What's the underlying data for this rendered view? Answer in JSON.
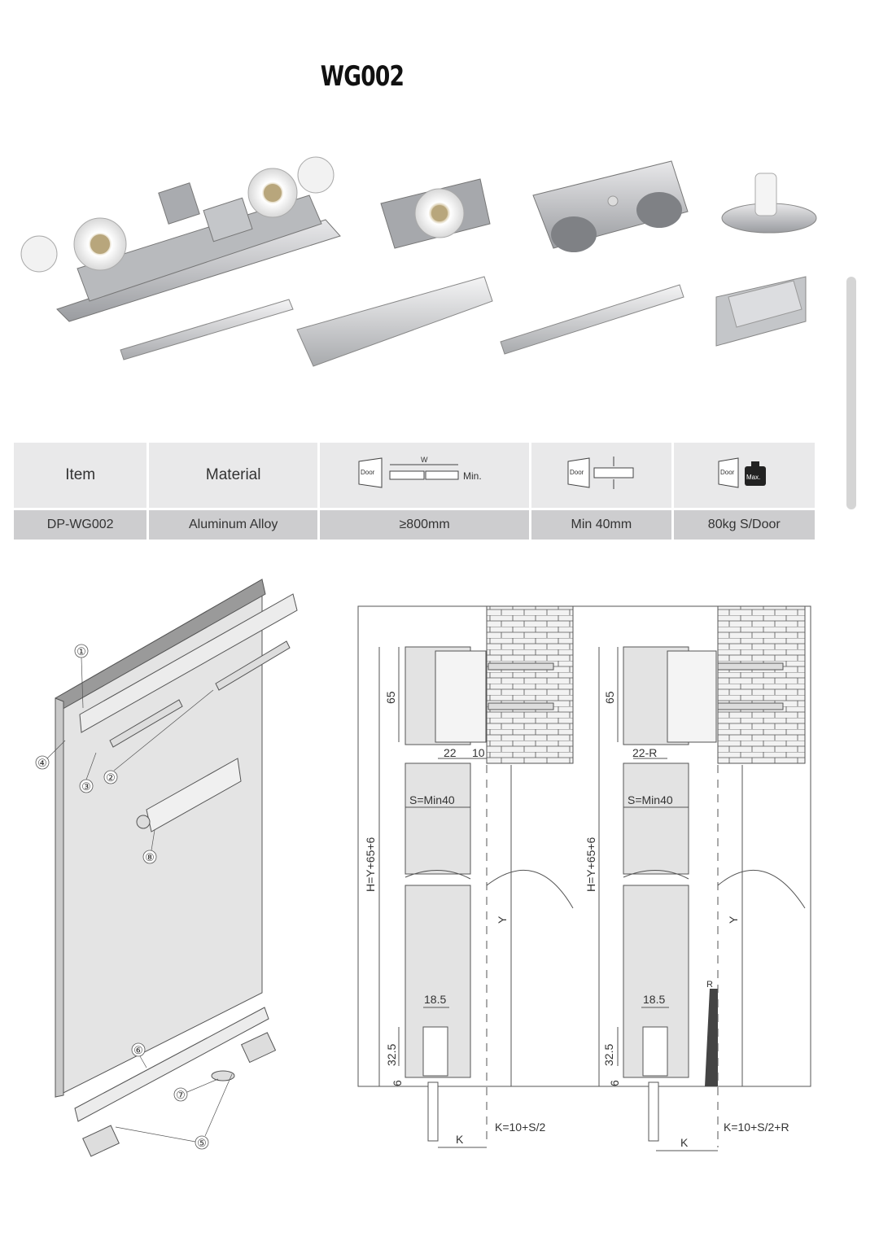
{
  "header": {
    "model": "WG002"
  },
  "table": {
    "headers": {
      "item": "Item",
      "material": "Material"
    },
    "icon_labels": {
      "door": "Door",
      "width_mark": "W",
      "min": "Min.",
      "max": "Max."
    },
    "row": {
      "item": "DP-WG002",
      "material": "Aluminum Alloy",
      "width": "≥800mm",
      "thickness": "Min 40mm",
      "weight": "80kg S/Door"
    }
  },
  "exploded_view": {
    "callouts": [
      "①",
      "②",
      "③",
      "④",
      "⑤",
      "⑥",
      "⑦",
      "⑧"
    ]
  },
  "section_left": {
    "dim_65": "65",
    "dim_22": "22",
    "dim_10": "10",
    "dim_s": "S=Min40",
    "dim_h": "H=Y+65+6",
    "dim_y": "Y",
    "dim_185": "18.5",
    "dim_325": "32.5",
    "dim_6": "6",
    "dim_k": "K",
    "formula_k": "K=10+S/2"
  },
  "section_right": {
    "dim_65": "65",
    "dim_22r": "22-R",
    "dim_s": "S=Min40",
    "dim_h": "H=Y+65+6",
    "dim_y": "Y",
    "dim_185": "18.5",
    "dim_325": "32.5",
    "dim_6": "6",
    "dim_r": "R",
    "dim_k": "K",
    "formula_k": "K=10+S/2+R"
  }
}
